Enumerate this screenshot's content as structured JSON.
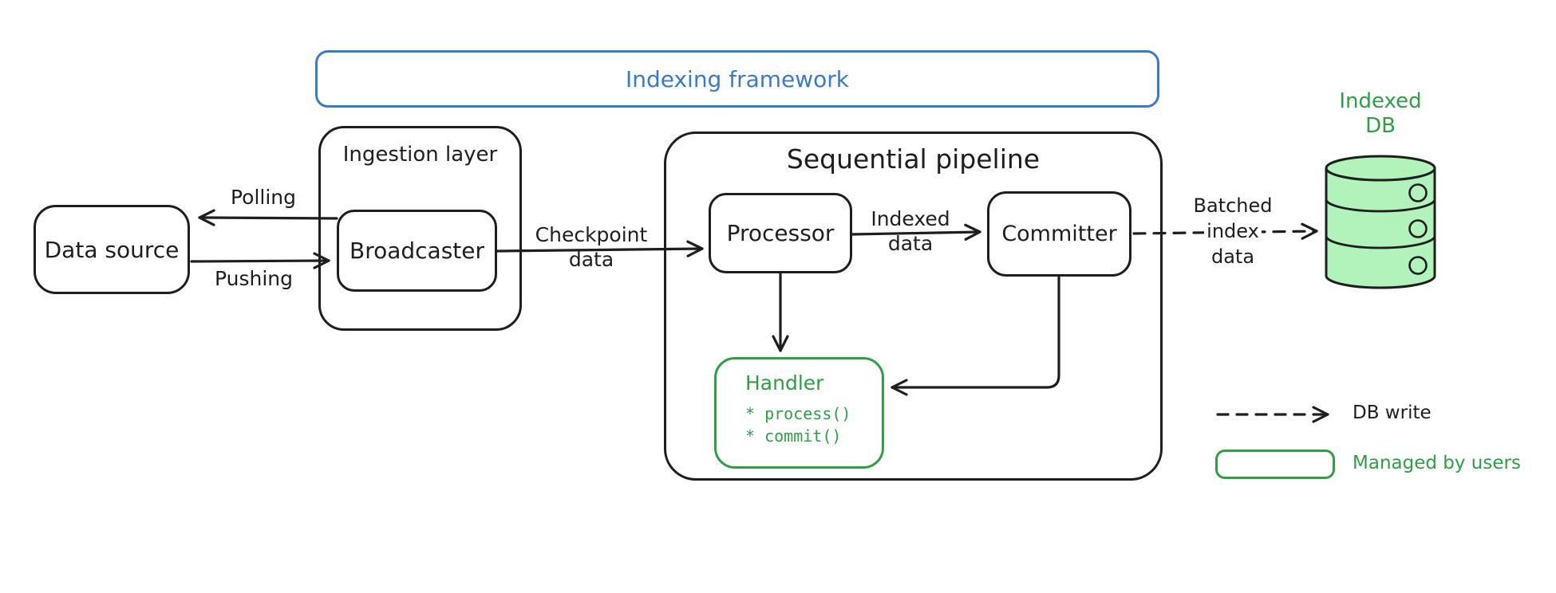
{
  "colors": {
    "stroke_black": "#1e1e1e",
    "accent_blue": "#3a7bc8",
    "accent_green": "#2f9e44",
    "db_fill_green": "#b2f2bb",
    "background": "#ffffff"
  },
  "frame": {
    "title": "Indexing framework"
  },
  "nodes": {
    "data_source": {
      "label": "Data source"
    },
    "ingestion_layer": {
      "label": "Ingestion layer"
    },
    "broadcaster": {
      "label": "Broadcaster"
    },
    "sequential_pipeline": {
      "label": "Sequential pipeline"
    },
    "processor": {
      "label": "Processor"
    },
    "committer": {
      "label": "Committer"
    },
    "handler": {
      "title": "Handler",
      "methods": [
        "* process()",
        "* commit()"
      ]
    },
    "indexed_db": {
      "label_line1": "Indexed",
      "label_line2": "DB"
    }
  },
  "edges": {
    "polling": {
      "label": "Polling"
    },
    "pushing": {
      "label": "Pushing"
    },
    "checkpoint": {
      "line1": "Checkpoint",
      "line2": "data"
    },
    "indexed": {
      "line1": "Indexed",
      "line2": "data"
    },
    "batched": {
      "line1": "Batched",
      "line2": "index",
      "line3": "data"
    }
  },
  "legend": {
    "db_write": "DB write",
    "managed_by_users": "Managed by users"
  }
}
